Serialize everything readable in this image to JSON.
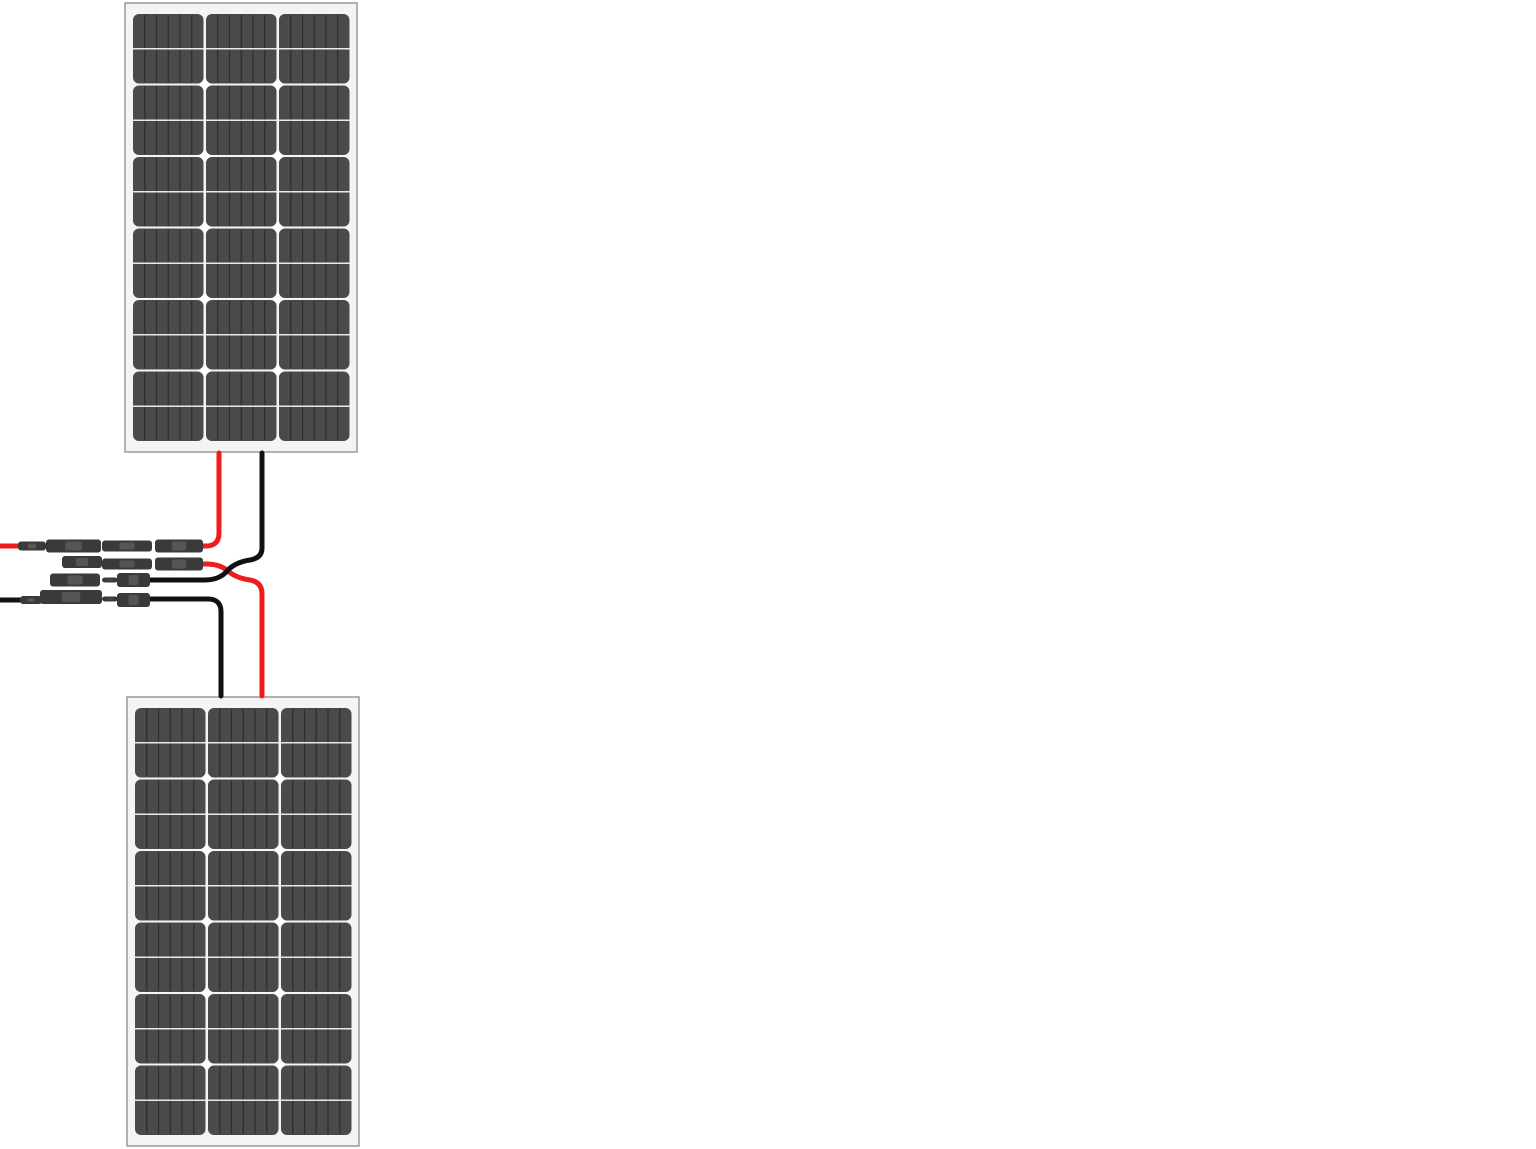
{
  "diagram": {
    "panel_count": 2,
    "cell_grid": {
      "columns": 3,
      "rows": 6
    },
    "colors": {
      "background": "#ffffff",
      "frame": "#f4f4f4",
      "frame_border": "#9a9a9a",
      "cell": "#4a4a4a",
      "cell_line": "#2e2e2e",
      "busbar": "#e8e8e8",
      "positive_wire": "#ee1c1c",
      "negative_wire": "#111111",
      "connector": "#3a3a3a"
    }
  }
}
